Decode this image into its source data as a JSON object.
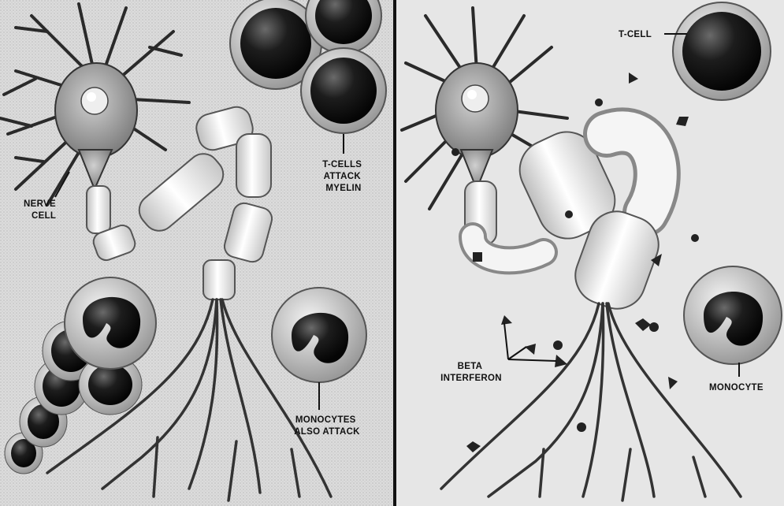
{
  "left_panel": {
    "labels": {
      "nerve_cell": [
        "NERVE",
        "CELL"
      ],
      "t_cells": [
        "T-CELLS",
        "ATTACK",
        "MYELIN"
      ],
      "monocytes": [
        "MONOCYTES",
        "ALSO ATTACK"
      ]
    }
  },
  "right_panel": {
    "labels": {
      "t_cell": "T-CELL",
      "beta_interferon": [
        "BETA",
        "INTERFERON"
      ],
      "monocyte": "MONOCYTE"
    }
  },
  "colors": {
    "background": "#d8d8d8",
    "panel_border": "#111111",
    "nucleus": "#1a1a1a",
    "myelin": "#f2f2f2"
  }
}
